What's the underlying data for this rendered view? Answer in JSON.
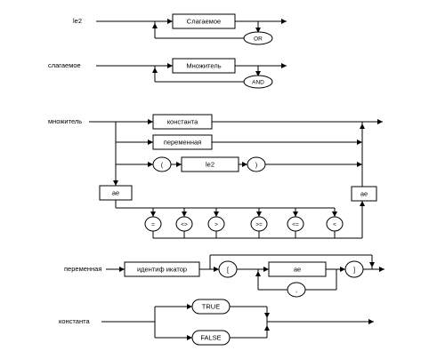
{
  "rules": {
    "le2": {
      "name": "le2",
      "term_box": "Слагаемое",
      "or_oval": "OR"
    },
    "term": {
      "name": "слагаемое",
      "factor_box": "Множитель",
      "and_oval": "AND"
    },
    "factor": {
      "name": "множитель",
      "constant_box": "константа",
      "variable_box": "переменная",
      "open_paren": "(",
      "le2_box": "le2",
      "close_paren": ")",
      "ae_left": "ae",
      "ae_right": "ae",
      "operators": [
        "=",
        "<>",
        ">",
        ">=",
        "<=",
        "<"
      ]
    },
    "variable": {
      "name": "переменная",
      "identifier_box": "идентиф икатор",
      "open_bracket": "[",
      "ae_box": "ae",
      "close_bracket": "]",
      "comma_oval": ","
    },
    "constant": {
      "name": "константа",
      "true_oval": "TRUE",
      "false_oval": "FALSE"
    }
  }
}
